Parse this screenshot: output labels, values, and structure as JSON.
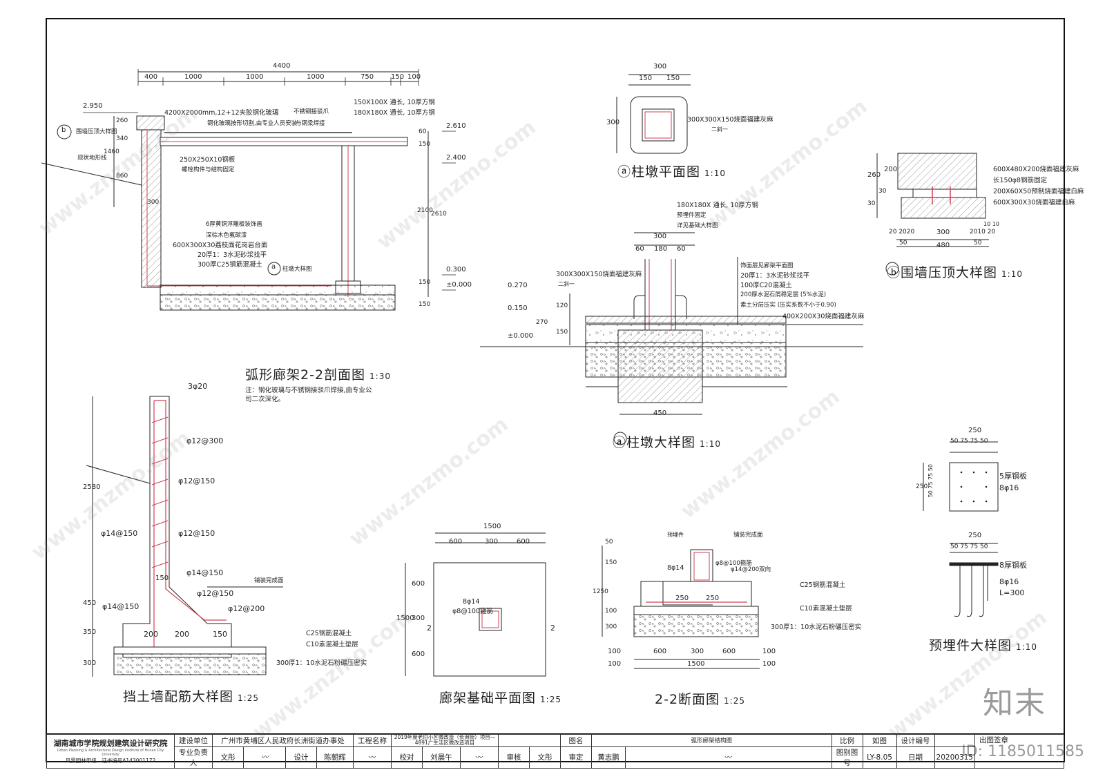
{
  "drawings": {
    "section_2_2": {
      "title": "弧形廊架2-2剖面图",
      "scale": "1:30",
      "dims_top": [
        "4400",
        "400",
        "1000",
        "1000",
        "1000",
        "750",
        "150",
        "100"
      ],
      "elevations": [
        "2.950",
        "2.610",
        "2.400",
        "0.300",
        "±0.000"
      ],
      "dims_side": [
        "260",
        "340",
        "1460",
        "860",
        "150",
        "150",
        "2100",
        "2610",
        "60",
        "150"
      ],
      "callouts": [
        "4200X2000mm,12+12夹胶钢化玻璃",
        "钢化玻璃按形切割,由专业人员安装",
        "不锈钢接驳爪",
        "与钢梁焊接",
        "150X100X 通长, 10厚方钢",
        "180X180X 通长, 10厚方钢",
        "250X250X10钢板",
        "螺栓构件与结构固定",
        "6厚黄铜浮雕板装饰画",
        "深棕木色氟碳漆",
        "600X300X30荔枝面花岗岩台面",
        "20厚1：3水泥砂浆找平",
        "300厚C25钢筋混凝土",
        "柱墩大样图",
        "围墙压顶大样图",
        "现状地形线",
        "300"
      ],
      "note": "注：钢化玻璃与不锈钢接驳爪焊接,由专业公司二次深化。"
    },
    "pier_plan": {
      "title": "柱墩平面图",
      "scale": "1:10",
      "marker": "a",
      "dims": [
        "300",
        "150",
        "150",
        "300"
      ],
      "callout": "300X300X150烧面福建灰麻",
      "sub": "二斜一"
    },
    "pier_detail": {
      "title": "柱墩大样图",
      "scale": "1:10",
      "marker": "a",
      "dims": [
        "300",
        "60",
        "180",
        "60",
        "120",
        "270",
        "150",
        "450"
      ],
      "elevations": [
        "0.270",
        "0.150",
        "±0.000"
      ],
      "callouts_top": [
        "180X180X 通长, 10厚方钢",
        "预埋件固定",
        "详见基础大样图"
      ],
      "callouts_right": [
        "饰面层见廊架平面图",
        "20厚1：3水泥砂浆找平",
        "100厚C20混凝土",
        "200厚水泥石屑稳定层 (5%水泥)",
        "素土分层压实 (压实系数不小于0.90)",
        "400X200X30烧面福建灰麻"
      ],
      "callout_left": "300X300X150烧面福建灰麻",
      "sub": "二斜一"
    },
    "wall_cap": {
      "title": "围墙压顶大样图",
      "scale": "1:10",
      "marker": "b",
      "dims": [
        "260",
        "200",
        "30",
        "30",
        "20",
        "20",
        "20",
        "300",
        "20",
        "10",
        "20",
        "10",
        "10",
        "50",
        "480",
        "50"
      ],
      "callouts": [
        "600X480X200烧面福建灰麻",
        "长150φ8钢筋固定",
        "200X60X50预制烧面福建白麻",
        "600X300X30烧面福建白麻"
      ]
    },
    "retaining_wall": {
      "title": "挡土墙配筋大样图",
      "scale": "1:25",
      "rebar": [
        "3φ20",
        "φ12@300",
        "φ12@150",
        "φ14@150",
        "φ12@150",
        "φ14@150",
        "φ12@150",
        "φ14@150",
        "φ12@200"
      ],
      "dims": [
        "2580",
        "450",
        "350",
        "300",
        "200",
        "200",
        "150",
        "150"
      ],
      "callouts": [
        "铺装完成面",
        "C25钢筋混凝土",
        "C10素混凝土垫层",
        "300厚1：10水泥石粉碾压密实"
      ]
    },
    "foundation_plan": {
      "title": "廊架基础平面图",
      "scale": "1:25",
      "dims": [
        "1500",
        "600",
        "300",
        "600",
        "600",
        "300",
        "600",
        "1500"
      ],
      "labels": [
        "8φ14",
        "φ8@100箍筋",
        "2",
        "2"
      ]
    },
    "section_2_2b": {
      "title": "2-2断面图",
      "scale": "1:25",
      "dims": [
        "100",
        "600",
        "300",
        "600",
        "100",
        "100",
        "1500",
        "100",
        "50",
        "150",
        "1250",
        "100",
        "300",
        "250",
        "250"
      ],
      "callouts": [
        "预埋件",
        "铺装完成面",
        "8φ14",
        "φ8@100箍筋",
        "φ14@200双向",
        "C25钢筋混凝土",
        "C10素混凝土垫层",
        "300厚1：10水泥石粉碾压密实"
      ]
    },
    "embed": {
      "title": "预埋件大样图",
      "scale": "1:10",
      "dims": [
        "250",
        "50",
        "75",
        "75",
        "50",
        "250",
        "50",
        "75",
        "75",
        "50",
        "250",
        "50",
        "75",
        "75",
        "50"
      ],
      "callouts": [
        "5厚钢板",
        "8φ16",
        "8厚钢板",
        "8φ16",
        "L=300"
      ]
    }
  },
  "title_block": {
    "institute": "湖南城市学院规划建筑设计研究院",
    "institute_en": "Urban Planning & Architectural Design Institute of Hunan City University",
    "qual_left": "风景园林甲级",
    "qual_right": "证书编号A143001172",
    "client_label": "建设单位",
    "client": "广州市黄埔区人民政府长洲街道办事处",
    "project_label": "工程名称",
    "project": "2019年度老旧小区微改造（长洲街）项目—4891广生活区微改造项目",
    "drawing_label": "图名",
    "drawing": "弧形廊架结构图",
    "scale_label": "比例",
    "scale": "如图",
    "code_label": "设计编号",
    "seal_label": "出图签章",
    "lead_label": "专业负责人",
    "lead": "文彤",
    "design_label": "设计",
    "design": "陈朝辉",
    "check_label": "校对",
    "check": "刘晨午",
    "review_label": "审核",
    "review": "文彤",
    "approve_label": "审定",
    "approve": "黄志鹏",
    "drawing_no_label": "图别图号",
    "drawing_no": "LY-8.05",
    "date_label": "日期",
    "date": "20200315"
  },
  "watermark": {
    "site": "www.znzmo.com",
    "logo": "知末",
    "id": "ID: 1185011585"
  }
}
